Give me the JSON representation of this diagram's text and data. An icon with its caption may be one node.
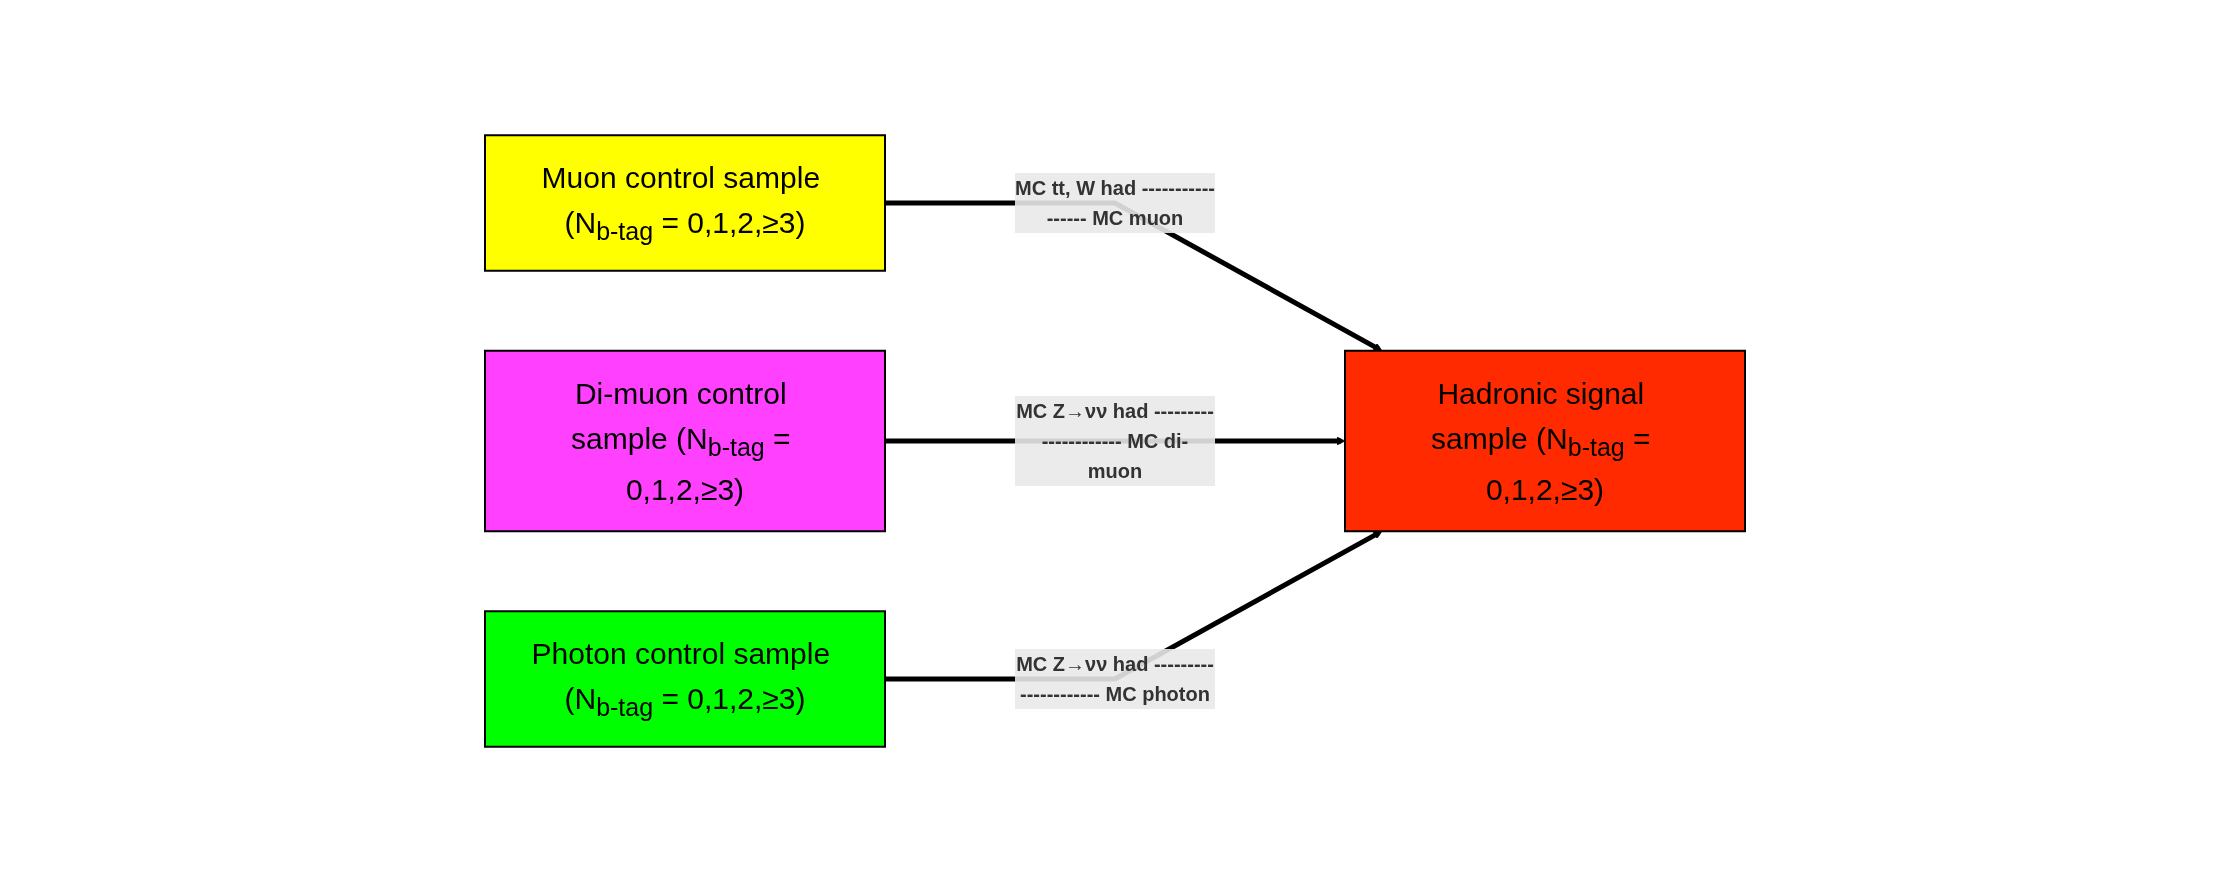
{
  "diagram": {
    "nodes": [
      {
        "text": [
          "Muon control sample (N$_{b-tag}$ = 0,1,2,≥3)"
        ]
      },
      {
        "text": [
          "Hadronic signal sample (N$_{b-tag}$ = 0,1,2,≥3)"
        ]
      },
      {
        "text": [
          "Di-muon control sample (N$_{b-tag}$ = 0,1,2,≥3)"
        ]
      },
      {
        "text": [
          "Photon control sample (N$_{b-tag}$ = 0,1,2,≥3)"
        ]
      }
    ],
    "edges": [
      {
        "from": 0,
        "to": 1,
        "arrow": "to",
        "label": "MC tt, W had ----------------- MC muon"
      },
      {
        "from": 2,
        "to": 1,
        "arrow": "to",
        "label": "MC Z→νν had --------------------- MC di-muon"
      },
      {
        "from": 3,
        "to": 1,
        "arrow": "to",
        "label": "MC Z→νν had --------------------- MC photon"
      }
    ]
  }
}
